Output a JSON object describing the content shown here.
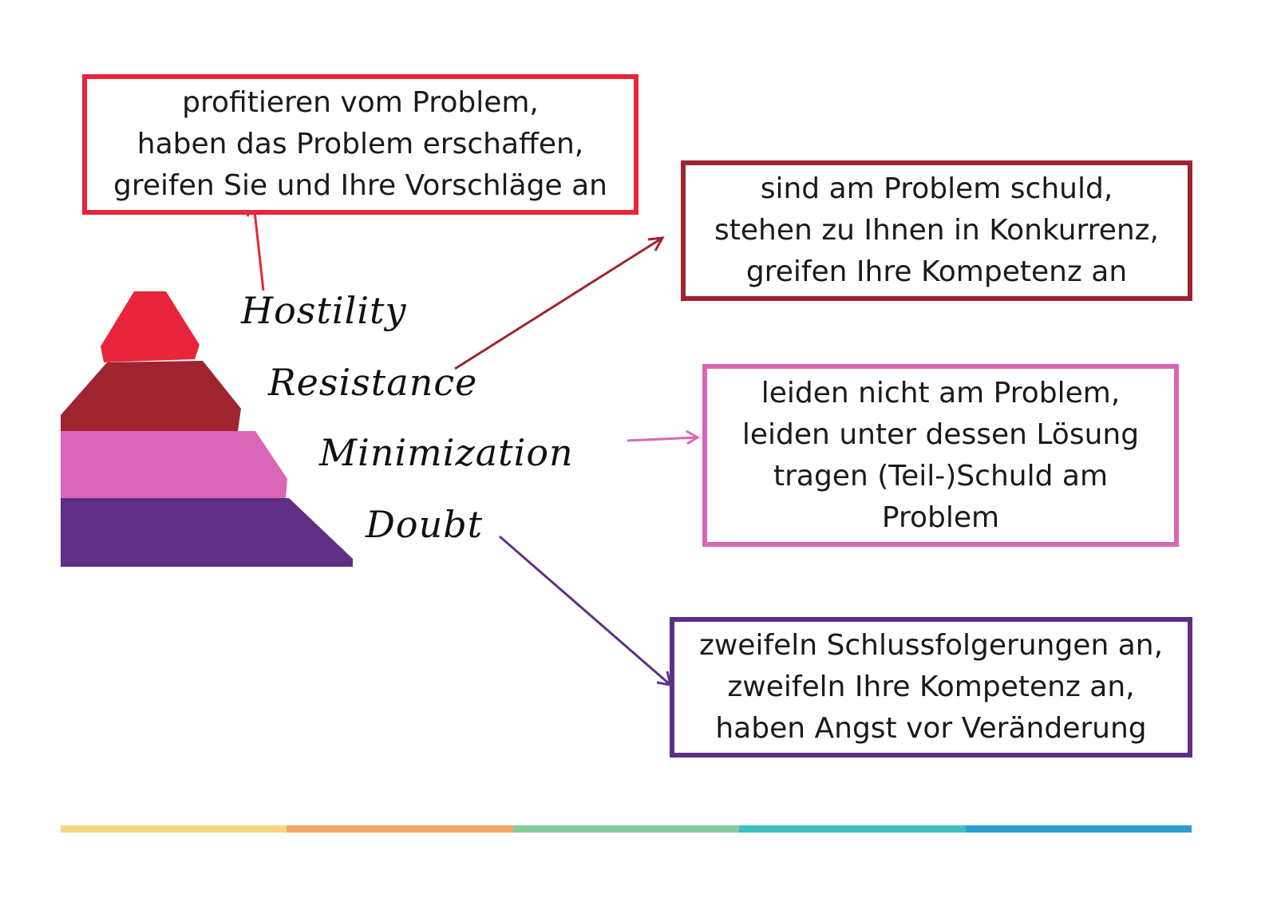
{
  "boxes": {
    "hostility": {
      "lines": [
        "profitieren vom Problem,",
        "haben das Problem erschaffen,",
        "greifen Sie und Ihre Vorschläge an"
      ],
      "color": "#e8253a"
    },
    "resistance": {
      "lines": [
        "sind am Problem schuld,",
        "stehen zu Ihnen in Konkurrenz,",
        "greifen Ihre Kompetenz an"
      ],
      "color": "#9e2430"
    },
    "minimization": {
      "lines": [
        "leiden nicht am Problem,",
        "leiden unter dessen Lösung",
        "tragen (Teil-)Schuld am",
        "Problem"
      ],
      "color": "#d966b6"
    },
    "doubt": {
      "lines": [
        "zweifeln Schlussfolgerungen an,",
        "zweifeln Ihre Kompetenz an,",
        "haben Angst vor Veränderung"
      ],
      "color": "#5f2f86"
    }
  },
  "levels": {
    "hostility": "Hostility",
    "resistance": "Resistance",
    "minimization": "Minimization",
    "doubt": "Doubt"
  },
  "pyramid_colors": {
    "hostility": "#e8253a",
    "resistance": "#9e2430",
    "minimization": "#d966b6",
    "doubt": "#5f2f86"
  },
  "footer_colors": [
    "#f7d77e",
    "#f1a86a",
    "#86cc9c",
    "#3cc0bf",
    "#2c9ed3"
  ]
}
